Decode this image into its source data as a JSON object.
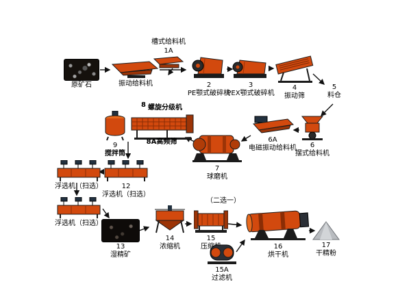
{
  "diagram": {
    "colors": {
      "background": "#ffffff",
      "machine_orange": "#d2490e",
      "machine_dark_orange": "#9c3407",
      "outline": "#1b1b1b",
      "arrow": "#111111",
      "powder_gray": "#b9bcc0"
    },
    "nodes": {
      "raw_ore": {
        "label": "原矿石"
      },
      "trough_feeder": {
        "label": "槽式给料机",
        "number": "1A"
      },
      "vibrating_feeder": {
        "label": "振动给料机"
      },
      "pe_jaw_crusher": {
        "number": "2",
        "label": "PE颚式破碎机"
      },
      "pex_jaw_crusher": {
        "number": "3",
        "label": "PEX颚式破碎机"
      },
      "vibrating_screen": {
        "number": "4",
        "label": "振动筛"
      },
      "bin": {
        "number": "5",
        "label": "料仓"
      },
      "pendulum_feeder": {
        "number": "6",
        "label": "摆式给料机"
      },
      "em_vibrating_feeder": {
        "number": "6A",
        "label": "电磁振动给料机"
      },
      "ball_mill": {
        "number": "7",
        "label": "球磨机"
      },
      "spiral_classifier": {
        "number": "8",
        "label": "螺旋分级机"
      },
      "high_freq_screen": {
        "label": "8A高频筛"
      },
      "mixing_barrel": {
        "number": "9",
        "label": "搅拌筒"
      },
      "flotation_scavenger_a": {
        "label": "浮选机（扫选）"
      },
      "flotation_scavenger_b": {
        "number": "12",
        "label": "浮选机（扫选）"
      },
      "flotation_scavenger_c": {
        "label": "浮选机（扫选）"
      },
      "wet_concentrate": {
        "number": "13",
        "label": "湿精矿"
      },
      "thickener": {
        "number": "14",
        "label": "浓缩机"
      },
      "choose_one_note": {
        "label": "（二选一）"
      },
      "press_machine": {
        "number": "15",
        "label": "压缩机"
      },
      "filter_machine": {
        "number": "15A",
        "label": "过滤机"
      },
      "dryer": {
        "number": "16",
        "label": "烘干机"
      },
      "dry_powder": {
        "number": "17",
        "label": "干精粉"
      }
    }
  }
}
